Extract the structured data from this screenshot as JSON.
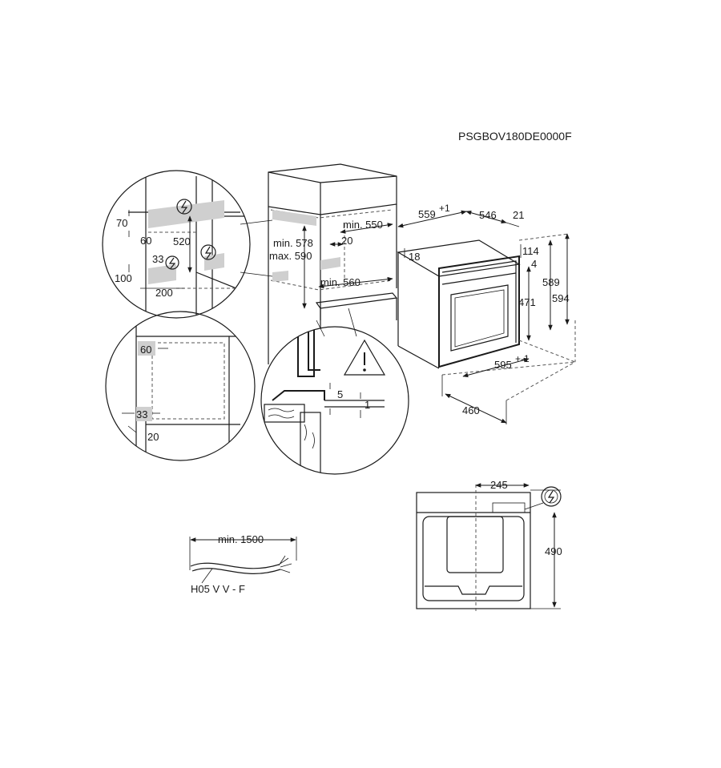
{
  "model_code": "PSGBOV180DE0000F",
  "niche": {
    "min_550": "min. 550",
    "min_578": "min. 578",
    "max_590": "max. 590",
    "dim_20": "20",
    "min_560": "min. 560"
  },
  "detail_top": {
    "d70": "70",
    "d60": "60",
    "d520": "520",
    "d33": "33",
    "d100": "100",
    "d200": "200"
  },
  "detail_left": {
    "d60": "60",
    "d33": "33",
    "d20": "20"
  },
  "detail_mount": {
    "d5": "5",
    "d1": "1"
  },
  "oven": {
    "d559": "559",
    "d559_tol": "+1",
    "d546": "546",
    "d21": "21",
    "d18": "18",
    "d114": "114",
    "d4": "4",
    "d589": "589",
    "d594": "594",
    "d471": "471",
    "d595": "595",
    "d595_tol": "+-1",
    "d460": "460"
  },
  "rear": {
    "d245": "245",
    "d490": "490"
  },
  "cable": {
    "length": "min. 1500",
    "type": "H05 V V - F"
  },
  "icons": [
    "power-connection-icon",
    "warning-triangle-icon"
  ]
}
